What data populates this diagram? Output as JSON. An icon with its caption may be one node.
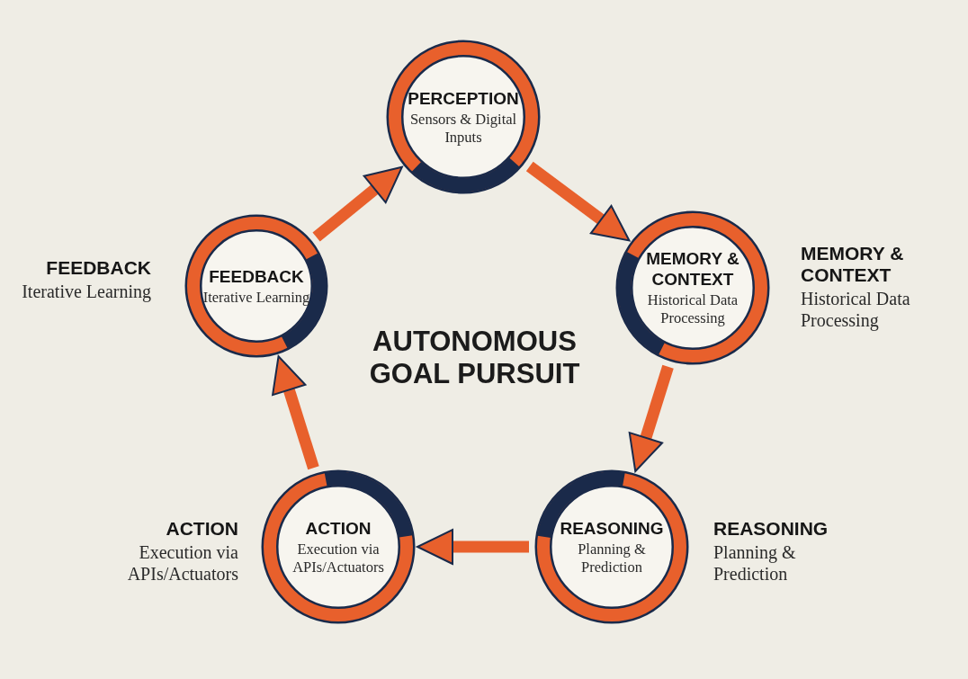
{
  "diagram": {
    "title": "AUTONOMOUS GOAL PURSUIT",
    "nodes": [
      {
        "text": [
          "PERCEPTION",
          "Sensors & Digital Inputs"
        ]
      },
      {
        "text": [
          "MEMORY & CONTEXT",
          "Historical Data Processing"
        ],
        "beside": [
          "MEMORY & CONTEXT",
          "Historical Data Processing"
        ]
      },
      {
        "text": [
          "REASONING",
          "Planning & Prediction"
        ],
        "beside": [
          "REASONING",
          "Planning & Prediction"
        ]
      },
      {
        "text": [
          "ACTION",
          "Execution via APIs/Actuators"
        ],
        "beside": [
          "ACTION",
          "Execution via APIs/Actuators"
        ]
      },
      {
        "text": [
          "FEEDBACK",
          "Iterative Learning"
        ],
        "beside": [
          "FEEDBACK",
          "Iterative Learning"
        ]
      }
    ],
    "edges": [
      {
        "from": 0,
        "to": 1,
        "arrow": "to"
      },
      {
        "from": 1,
        "to": 2,
        "arrow": "to"
      },
      {
        "from": 2,
        "to": 3,
        "arrow": "to"
      },
      {
        "from": 3,
        "to": 4,
        "arrow": "to"
      },
      {
        "from": 4,
        "to": 0,
        "arrow": "to"
      }
    ]
  }
}
